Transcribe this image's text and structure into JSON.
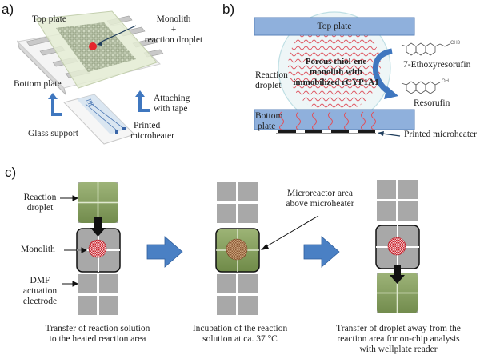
{
  "panel_a": {
    "label": "a)",
    "top_plate": "Top plate",
    "monolith_line1": "Monolith",
    "monolith_plus": "+",
    "monolith_line2": "reaction droplet",
    "bottom_plate": "Bottom plate",
    "attaching_line1": "Attaching",
    "attaching_line2": "with tape",
    "printed_line1": "Printed",
    "printed_line2": "microheater",
    "glass_support": "Glass support"
  },
  "panel_b": {
    "label": "b)",
    "top_plate": "Top plate",
    "monolith_line1": "Porous thiol-ene",
    "monolith_line2": "monolith with",
    "monolith_line3": "immobilized rCYP1A1",
    "reaction_line1": "Reaction",
    "reaction_line2": "droplet",
    "bottom_line1": "Bottom",
    "bottom_line2": "plate",
    "substrate": "7-Ethoxyresorufin",
    "product": "Resorufin",
    "substrate_group": "CH3",
    "product_group": "OH",
    "printed_microheater": "Printed microheater"
  },
  "panel_c": {
    "label": "c)",
    "reaction_line1": "Reaction",
    "reaction_line2": "droplet",
    "monolith": "Monolith",
    "dmf_line1": "DMF",
    "dmf_line2": "actuation",
    "dmf_line3": "electrode",
    "microreactor_line1": "Microreactor area",
    "microreactor_line2": "above microheater",
    "step1_line1": "Transfer of reaction solution",
    "step1_line2": "to the heated reaction area",
    "step2_line1": "Incubation of the reaction",
    "step2_line2": "solution at ca. 37 °C",
    "step3_line1": "Transfer of droplet away from the",
    "step3_line2": "reaction area for on-chip analysis",
    "step3_line3": "with wellplate reader"
  },
  "colors": {
    "plate_blue": "#8fb0dc",
    "arrow_blue": "#3f77bf",
    "droplet_green": "#7f9a56",
    "electrode_gray": "#a8a8a8",
    "monolith_red": "#d9323a"
  }
}
